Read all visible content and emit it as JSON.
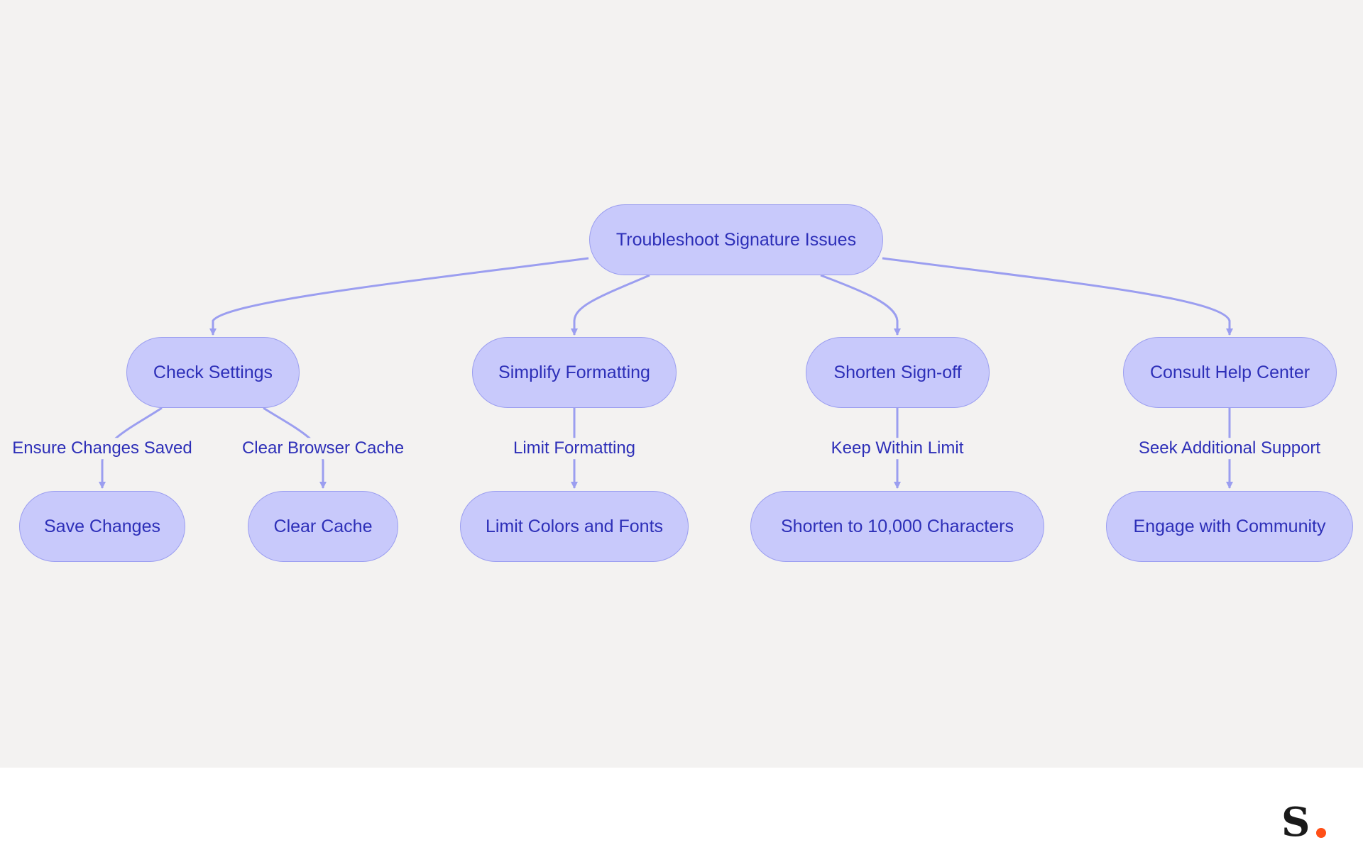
{
  "diagram": {
    "root": "Troubleshoot Signature Issues",
    "branches": [
      {
        "label": "Check Settings",
        "children": [
          {
            "edge_label": "Ensure Changes Saved",
            "label": "Save Changes"
          },
          {
            "edge_label": "Clear Browser Cache",
            "label": "Clear Cache"
          }
        ]
      },
      {
        "label": "Simplify Formatting",
        "children": [
          {
            "edge_label": "Limit Formatting",
            "label": "Limit Colors and Fonts"
          }
        ]
      },
      {
        "label": "Shorten Sign-off",
        "children": [
          {
            "edge_label": "Keep Within Limit",
            "label": "Shorten to 10,000 Characters"
          }
        ]
      },
      {
        "label": "Consult Help Center",
        "children": [
          {
            "edge_label": "Seek Additional Support",
            "label": "Engage with Community"
          }
        ]
      }
    ]
  },
  "colors": {
    "node_fill": "#c8c9fb",
    "node_stroke": "#9b9ef0",
    "text": "#2d2fb8",
    "edge": "#9b9ef0",
    "canvas_bg": "#f3f2f1",
    "logo_dot": "#ff4f17"
  },
  "logo": {
    "letter": "S",
    "icon": "brand-logo-icon"
  }
}
